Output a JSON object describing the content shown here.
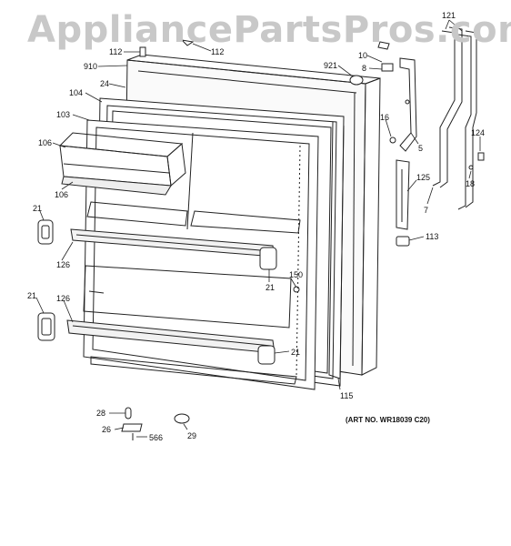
{
  "watermark": "AppliancePartsPros.com",
  "art_number": "(ART NO. WR18039 C20)",
  "callouts": [
    "112",
    "112",
    "910",
    "24",
    "104",
    "103",
    "106",
    "106",
    "21",
    "126",
    "21",
    "126",
    "21",
    "150",
    "21",
    "115",
    "921",
    "10",
    "8",
    "16",
    "5",
    "121",
    "124",
    "125",
    "18",
    "7",
    "113",
    "28",
    "26",
    "566",
    "29"
  ]
}
